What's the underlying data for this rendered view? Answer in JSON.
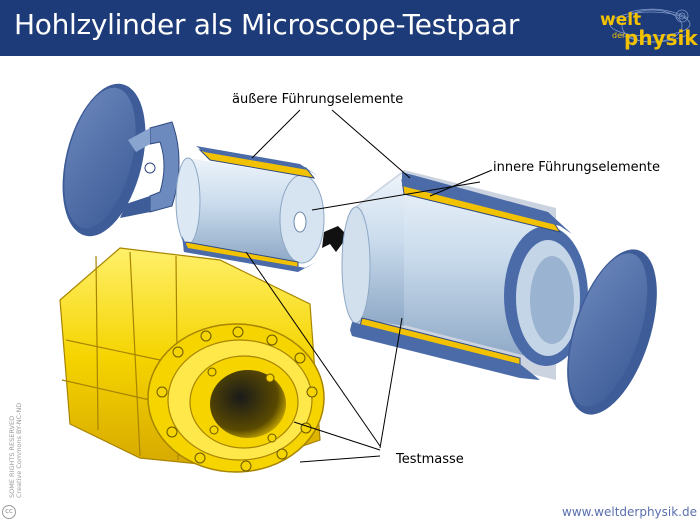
{
  "header": {
    "title": "Hohlzylinder als Microscope-Testpaar",
    "logo": {
      "welt": "welt",
      "der": "der",
      "physik": "physik"
    }
  },
  "labels": {
    "outer_guides": "äußere Führungselemente",
    "inner_guides": "innere Führungselemente",
    "test_mass": "Testmasse"
  },
  "footer": {
    "license_line1": "SOME RIGHTS RESERVED",
    "license_line2": "Creative Commons BY-NC-ND",
    "cc_badge": "cc",
    "url": "www.weltderphysik.de"
  },
  "colors": {
    "header_bg": "#1d3b78",
    "logo_yellow": "#f2c200",
    "part_blue": "#4a6aa8",
    "cylinder_light": "#c7d9ea",
    "test_mass_yellow": "#f5d400"
  },
  "icons": [
    "arrow-right-icon",
    "creative-commons-icon"
  ]
}
